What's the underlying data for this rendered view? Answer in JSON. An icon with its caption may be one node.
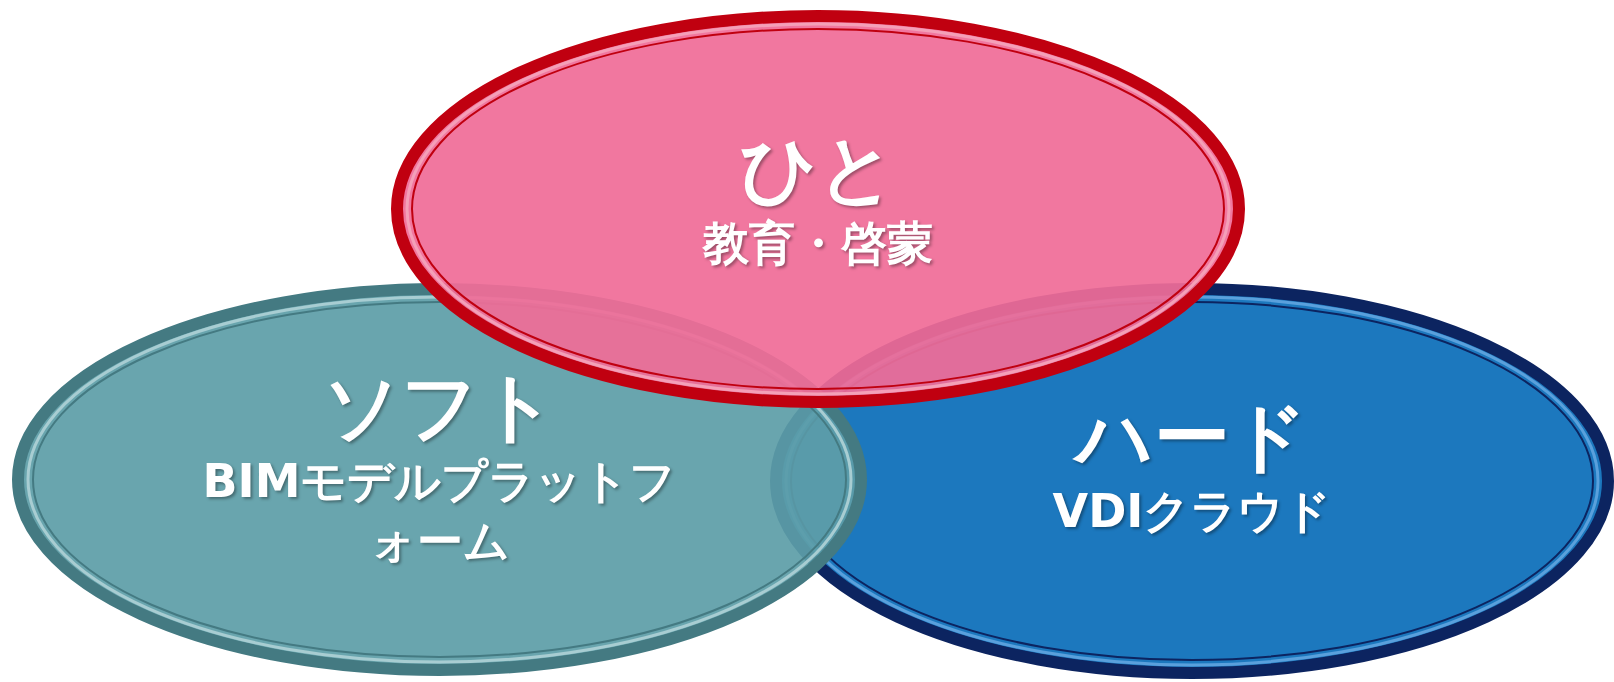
{
  "diagram": {
    "nodes": [
      {
        "text": [
          "ひと",
          "教育・啓蒙"
        ]
      },
      {
        "text": [
          "ソフト",
          "BIMモデルプラットフォーム"
        ]
      },
      {
        "text": [
          "ハード",
          "VDIクラウド"
        ]
      }
    ]
  }
}
